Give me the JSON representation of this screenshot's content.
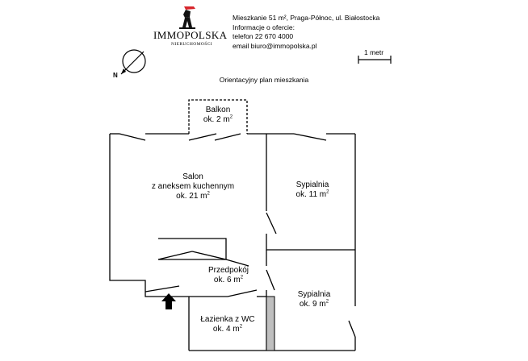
{
  "header": {
    "brand_name": "IMMOPOLSKA",
    "brand_sub": "NIERUCHOMOŚCI",
    "info_lines": [
      "Mieszkanie 51 m², Praga-Północ, ul. Białostocka",
      "Informacje o ofercie:",
      "telefon 22 670 4000",
      "email biuro@immopolska.pl"
    ]
  },
  "plan": {
    "title": "Orientacyjny plan mieszkania",
    "scale_label": "1 metr",
    "north_label": "N"
  },
  "rooms": [
    {
      "name": "Balkon",
      "area": "ok. 2 m",
      "sup": "2"
    },
    {
      "name_lines": [
        "Salon",
        "z aneksem kuchennym"
      ],
      "area": "ok. 21 m",
      "sup": "2"
    },
    {
      "name": "Sypialnia",
      "area": "ok. 11 m",
      "sup": "2"
    },
    {
      "name": "Przedpokój",
      "area": "ok. 6 m",
      "sup": "2"
    },
    {
      "name": "Sypialnia",
      "area": "ok. 9 m",
      "sup": "2"
    },
    {
      "name": "Łazienka z WC",
      "area": "ok. 4 m",
      "sup": "2"
    }
  ],
  "colors": {
    "wall": "#000000",
    "logo_red": "#d8262c",
    "wall_fill": "#bfbfbf"
  },
  "icons": [
    "compass-icon",
    "entrance-arrow-icon",
    "logo-figure-icon"
  ]
}
